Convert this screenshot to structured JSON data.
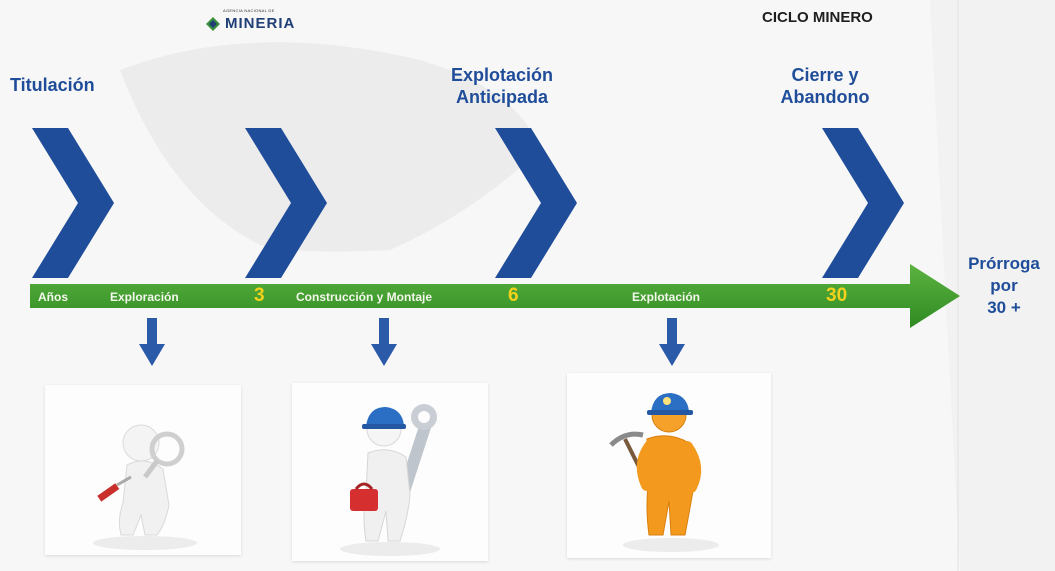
{
  "header": {
    "logo_agency": "AGENCIA NACIONAL DE",
    "logo_word": "MINERIA",
    "title": "CICLO MINERO"
  },
  "phases": {
    "titulacion": "Titulación",
    "explotacion_anticipada_1": "Explotación",
    "explotacion_anticipada_2": "Anticipada",
    "cierre_1": "Cierre y",
    "cierre_2": "Abandono"
  },
  "timeline": {
    "label_anos": "Años",
    "label_exploracion": "Exploración",
    "year_3": "3",
    "label_construccion": "Construcción y Montaje",
    "year_6": "6",
    "label_explotacion": "Explotación",
    "year_30": "30"
  },
  "prorroga": {
    "line1": "Prórroga",
    "line2": "por",
    "line3": "30 +"
  },
  "colors": {
    "chevron": "#1f4d9a",
    "timeline_green": "#3e9d2c",
    "year_yellow": "#f4d11c",
    "worker_orange": "#f39a1e",
    "helmet_blue": "#2b6fc4"
  },
  "icons": [
    "magnifier-figure-icon",
    "wrench-worker-icon",
    "miner-pickaxe-icon"
  ]
}
